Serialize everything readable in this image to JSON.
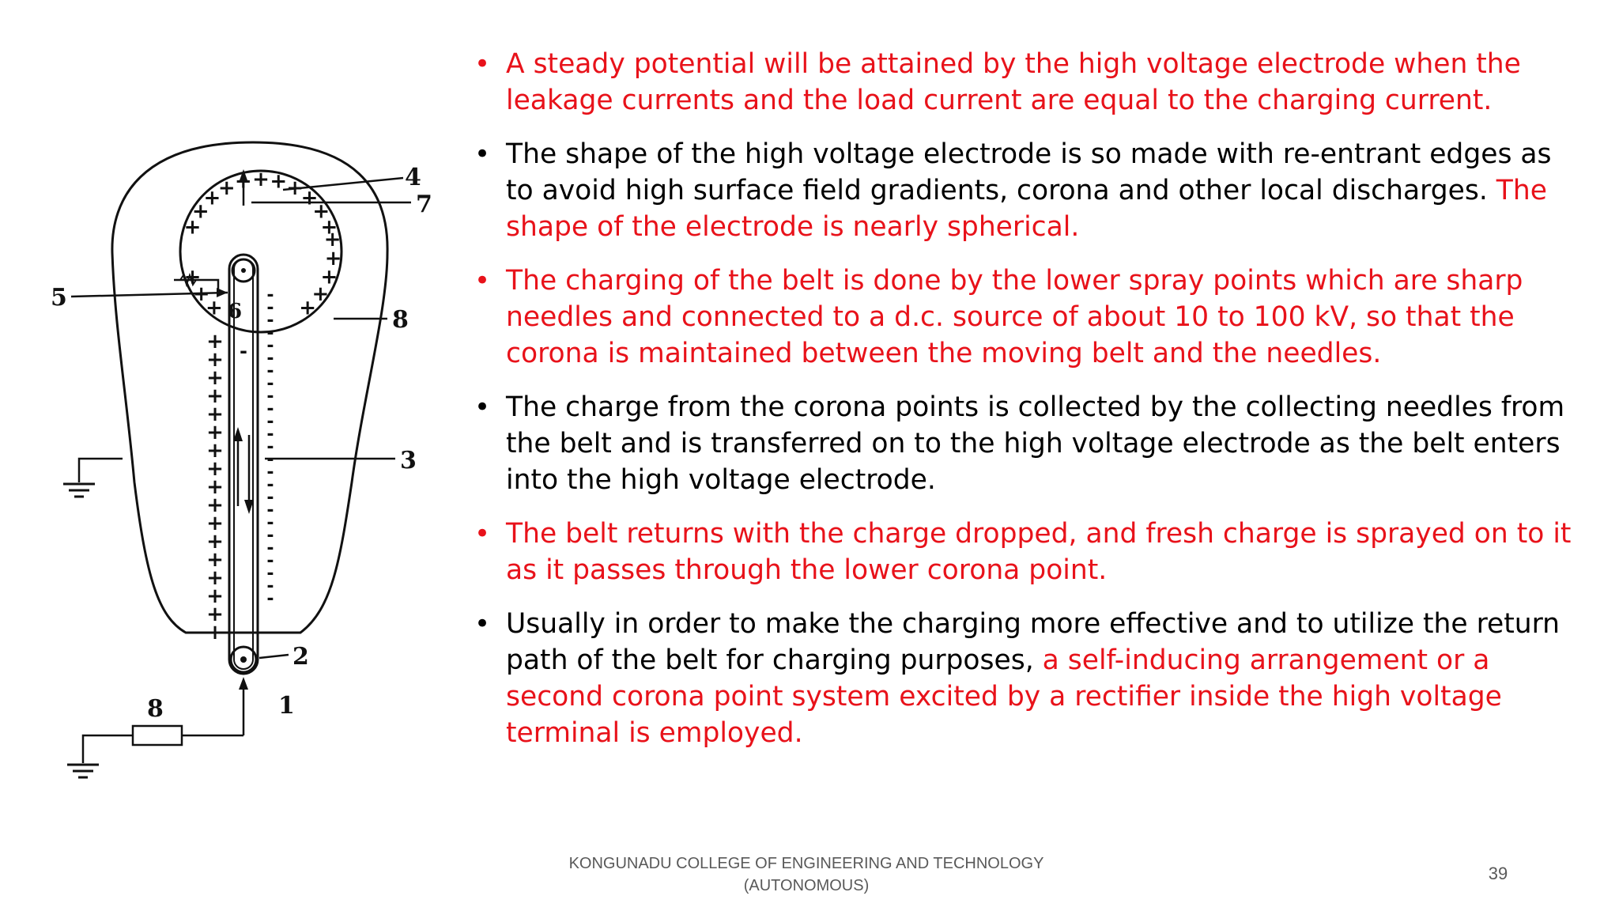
{
  "bullets": [
    {
      "color": "red",
      "parts": [
        {
          "text": "A steady potential will be attained by the high voltage electrode when the leakage currents and the load current are equal to the charging current.",
          "color": "red"
        }
      ]
    },
    {
      "color": "black",
      "parts": [
        {
          "text": "The shape of the high voltage electrode is so made with re-entrant edges as to avoid high surface field gradients, corona and other local discharges. ",
          "color": "black"
        },
        {
          "text": "The shape of the electrode is nearly spherical.",
          "color": "red"
        }
      ]
    },
    {
      "color": "red",
      "parts": [
        {
          "text": "The charging of the belt is done by the lower spray points which are sharp needles and connected to a d.c. source of about 10 to 100 kV, so that the corona is maintained between the moving belt and the needles.",
          "color": "red"
        }
      ]
    },
    {
      "color": "black",
      "parts": [
        {
          "text": "The charge from the corona points is collected by the collecting needles from the belt and is transferred on to the high voltage electrode as the belt enters into the high voltage electrode.",
          "color": "black"
        }
      ]
    },
    {
      "color": "red",
      "parts": [
        {
          "text": "The belt returns with the charge dropped, and fresh charge is sprayed on to it as it passes through the lower corona point.",
          "color": "red"
        }
      ]
    },
    {
      "color": "black",
      "parts": [
        {
          "text": "Usually in order to make the charging more effective and to utilize the return path of the belt for charging purposes, ",
          "color": "black"
        },
        {
          "text": "a self-inducing arrangement or a second corona point system excited by a rectifier inside the high voltage terminal is employed.",
          "color": "red"
        }
      ]
    }
  ],
  "figure": {
    "labels": {
      "l1": "1",
      "l2": "2",
      "l3": "3",
      "l4": "4",
      "l5": "5",
      "l6": "6",
      "l7": "7",
      "l8_right": "8",
      "l8_bottom": "8"
    },
    "plus": "+",
    "minus": "-"
  },
  "footer": {
    "line1": "KONGUNADU COLLEGE OF ENGINEERING AND TECHNOLOGY",
    "line2": "(AUTONOMOUS)"
  },
  "page_number": "39",
  "colors": {
    "red": "#e8121a",
    "black": "#000000",
    "footer": "#595959"
  }
}
